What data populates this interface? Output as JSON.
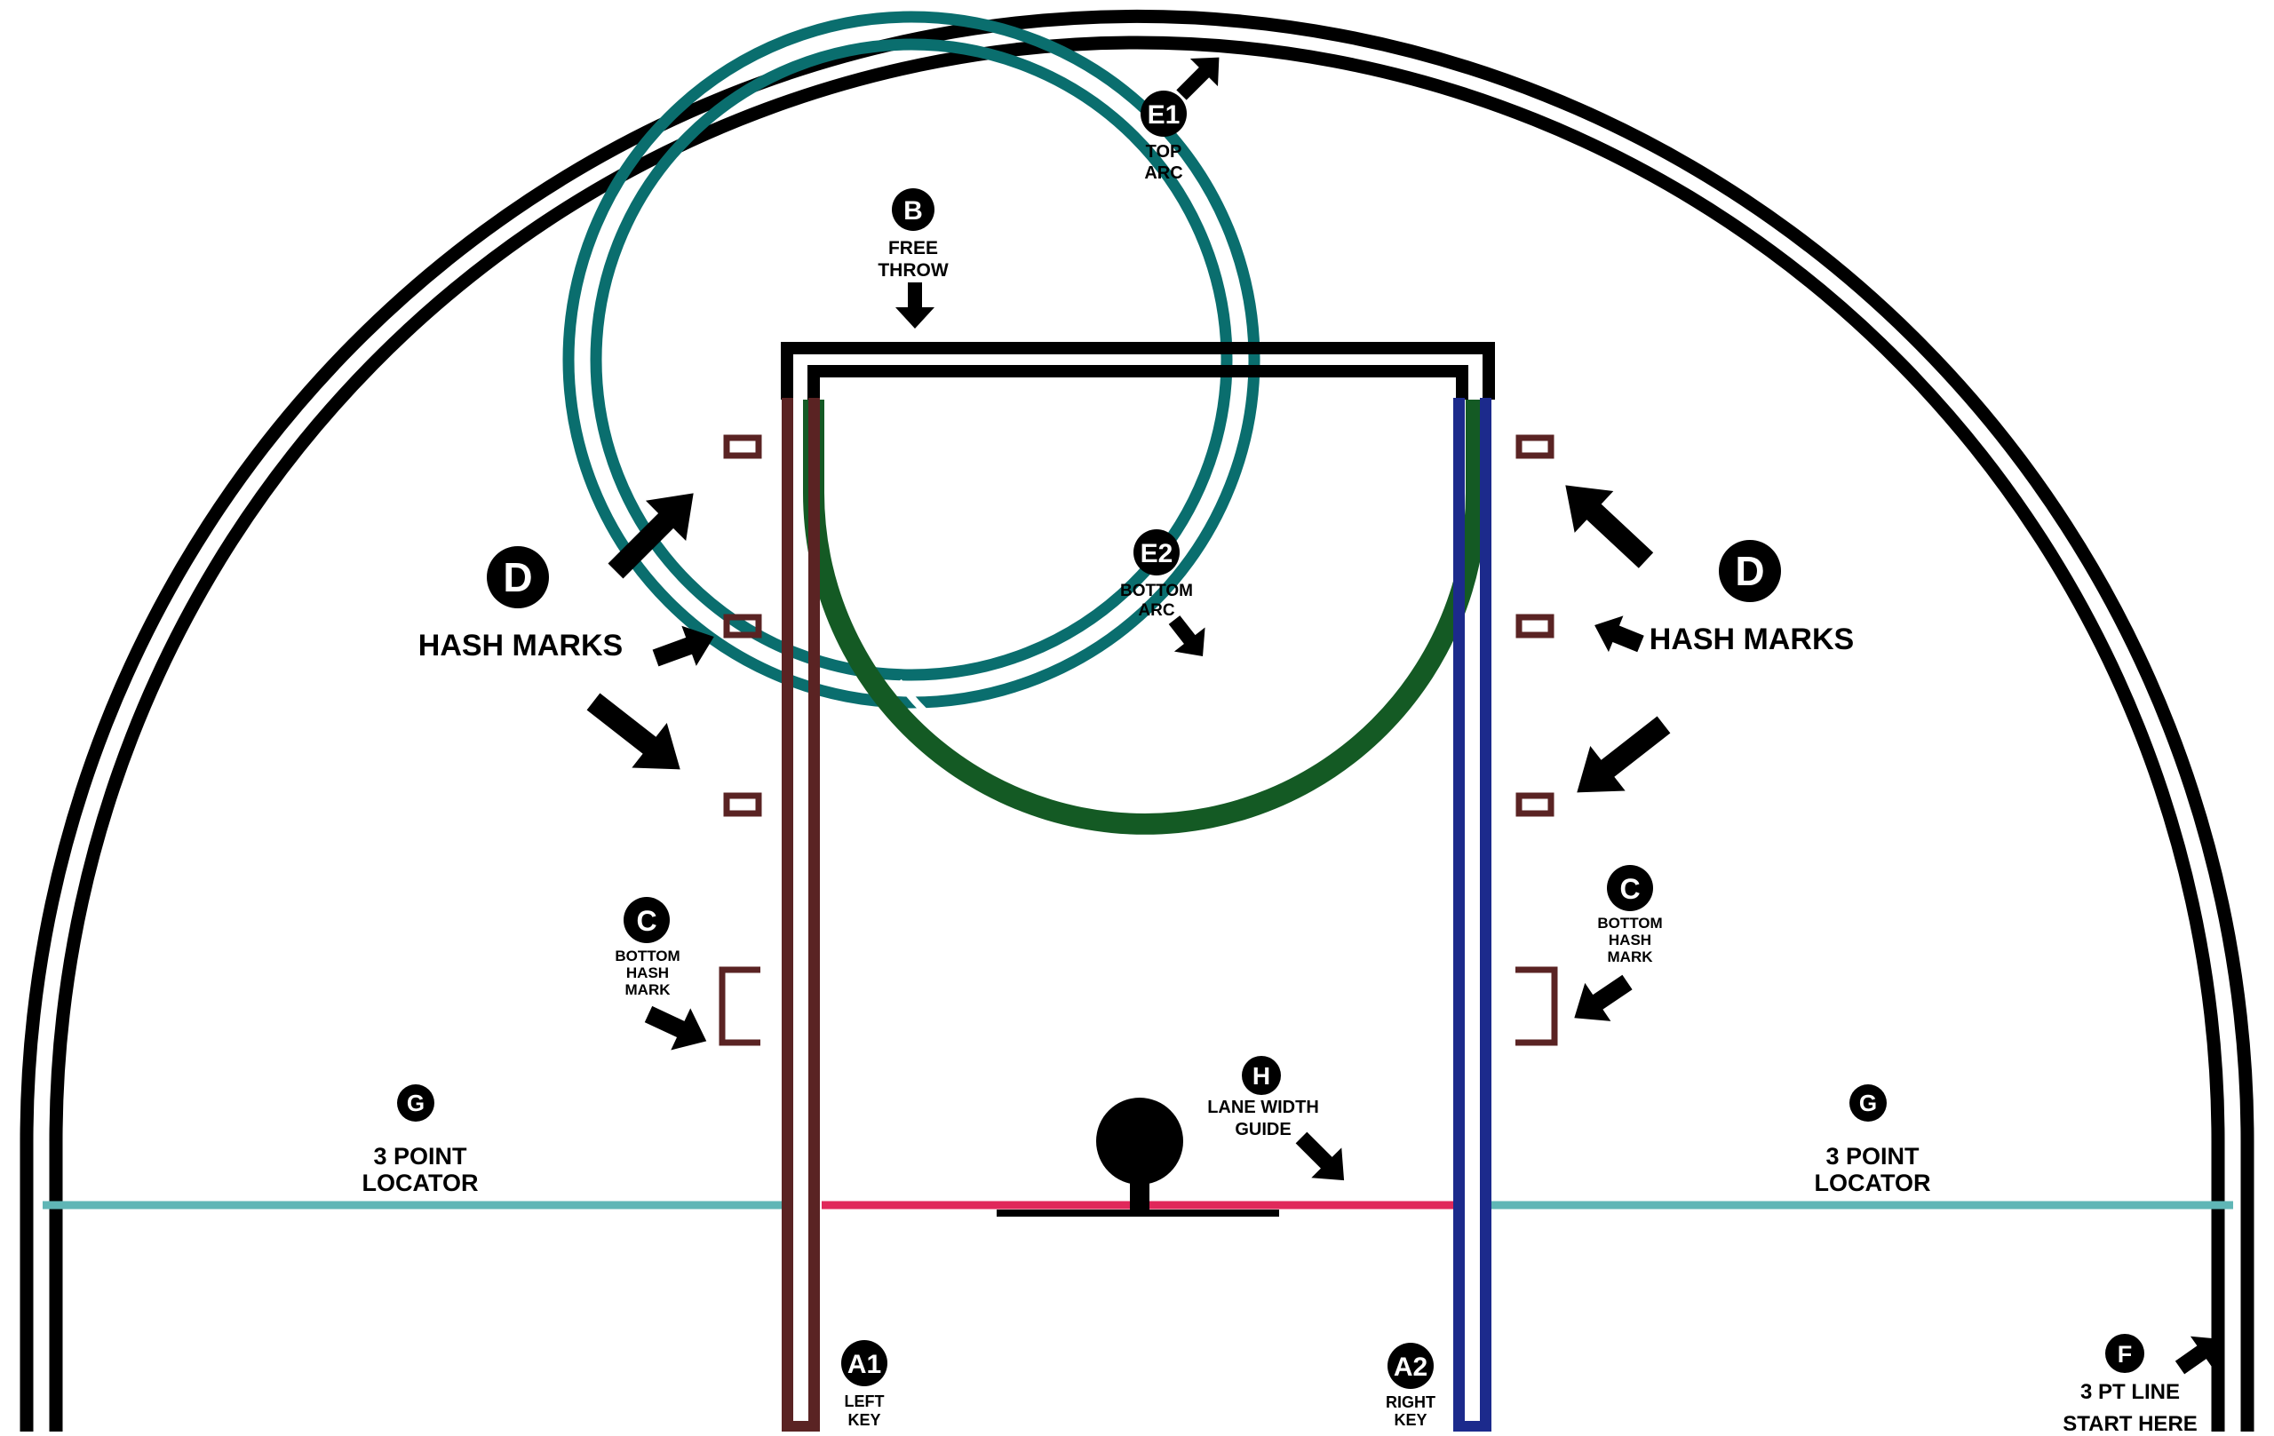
{
  "colors": {
    "three_point_line": "#000000",
    "top_arc": "#0a6e6e",
    "bottom_arc": "#145a24",
    "left_key": "#5a2323",
    "right_key": "#1c2a8c",
    "hash_marks": "#5a2323",
    "lane_width_guide": "#e0285a",
    "three_point_locator": "#5fb6b6",
    "free_throw": "#000000",
    "arrows": "#000000",
    "badge_fill": "#000000",
    "badge_text": "#ffffff"
  },
  "labels": {
    "e1": {
      "badge": "E1",
      "line1": "TOP",
      "line2": "ARC"
    },
    "b": {
      "badge": "B",
      "line1": "FREE",
      "line2": "THROW"
    },
    "e2": {
      "badge": "E2",
      "line1": "BOTTOM",
      "line2": "ARC"
    },
    "d_left": {
      "badge": "D",
      "text": "HASH MARKS"
    },
    "d_right": {
      "badge": "D",
      "text": "HASH MARKS"
    },
    "c_left": {
      "badge": "C",
      "line1": "BOTTOM",
      "line2": "HASH",
      "line3": "MARK"
    },
    "c_right": {
      "badge": "C",
      "line1": "BOTTOM",
      "line2": "HASH",
      "line3": "MARK"
    },
    "g_left": {
      "badge": "G",
      "line1": "3 POINT",
      "line2": "LOCATOR"
    },
    "g_right": {
      "badge": "G",
      "line1": "3 POINT",
      "line2": "LOCATOR"
    },
    "h": {
      "badge": "H",
      "line1": "LANE WIDTH",
      "line2": "GUIDE"
    },
    "a1": {
      "badge": "A1",
      "line1": "LEFT",
      "line2": "KEY"
    },
    "a2": {
      "badge": "A2",
      "line1": "RIGHT",
      "line2": "KEY"
    },
    "f": {
      "badge": "F",
      "line1": "3 PT LINE",
      "line2": "START HERE"
    }
  }
}
